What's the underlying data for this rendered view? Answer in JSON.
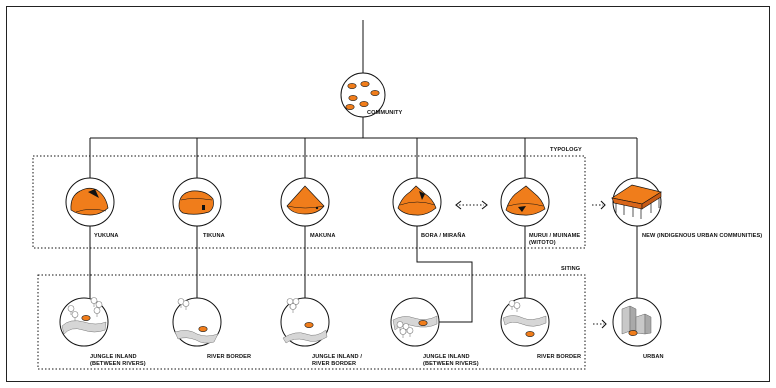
{
  "colors": {
    "accent": "#f07d1b",
    "line": "#111111",
    "paper": "#ffffff",
    "trees": "#8a8a8a",
    "river": "#cfcfcf"
  },
  "community": {
    "label": "COMMUNITY"
  },
  "typology": {
    "title": "TYPOLOGY",
    "items": [
      {
        "label": "YUKUNA",
        "icon": "yukuna-house-icon"
      },
      {
        "label": "TIKUNA",
        "icon": "tikuna-house-icon"
      },
      {
        "label": "MAKUNA",
        "icon": "makuna-house-icon"
      },
      {
        "label": "BORA / MIRAÑA",
        "icon": "bora-house-icon"
      },
      {
        "label_line1": "MURUI / MUINAME",
        "label_line2": "(WITOTO)",
        "icon": "murui-house-icon"
      },
      {
        "label": "NEW (INDIGENOUS URBAN COMMUNITIES)",
        "icon": "urban-stilt-house-icon"
      }
    ]
  },
  "siting": {
    "title": "SITING",
    "items": [
      {
        "label_line1": "JUNGLE INLAND",
        "label_line2": "(BETWEEN RIVERS)",
        "icon": "jungle-inland-site-icon"
      },
      {
        "label": "RIVER BORDER",
        "icon": "river-border-site-icon"
      },
      {
        "label_line1": "JUNGLE INLAND /",
        "label_line2": "RIVER BORDER",
        "icon": "jungle-river-site-icon"
      },
      {
        "label_line1": "JUNGLE INLAND",
        "label_line2": "(BETWEEN RIVERS)",
        "icon": "jungle-inland-site-icon"
      },
      {
        "label": "RIVER BORDER",
        "icon": "river-border-site-icon"
      },
      {
        "label": "URBAN",
        "icon": "urban-buildings-icon"
      }
    ]
  }
}
